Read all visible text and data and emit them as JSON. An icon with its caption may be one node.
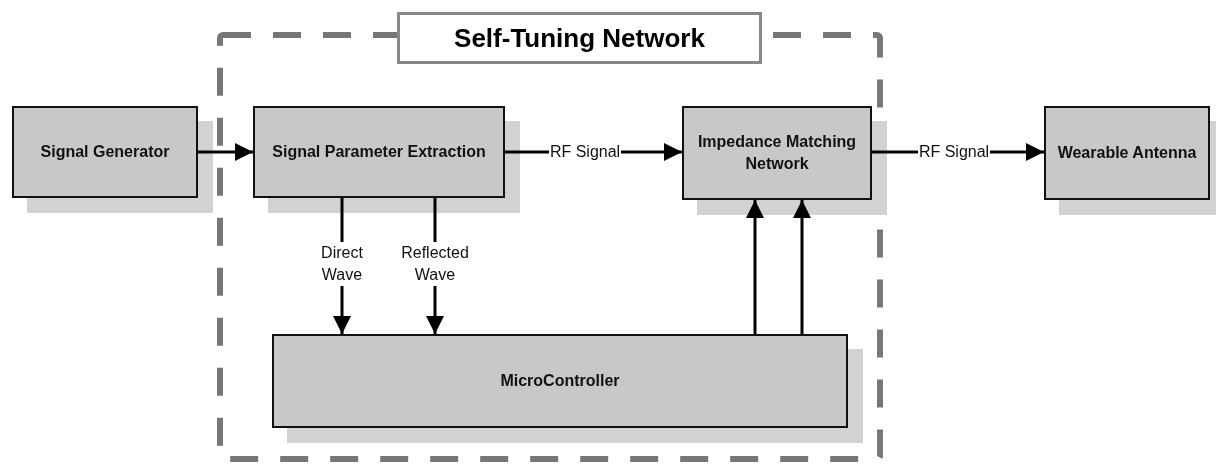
{
  "diagram": {
    "nodes": [
      {
        "text": [
          "Self-Tuning Network"
        ]
      },
      {
        "text": [
          "Signal Generator"
        ]
      },
      {
        "text": [
          "Signal Parameter Extraction"
        ],
        "in": 0
      },
      {
        "text": [
          "Impedance Matching Network"
        ],
        "in": 0
      },
      {
        "text": [
          "Wearable Antenna"
        ]
      },
      {
        "text": [
          "MicroController"
        ],
        "in": 0
      }
    ],
    "edges": [
      {
        "from": 1,
        "to": 2,
        "arrow": "to"
      },
      {
        "from": 2,
        "to": 3,
        "arrow": "to",
        "label": "RF Signal"
      },
      {
        "from": 3,
        "to": 4,
        "arrow": "to",
        "label": "RF Signal"
      },
      {
        "from": 2,
        "to": 5,
        "arrow": "to",
        "label": "Direct Wave"
      },
      {
        "from": 2,
        "to": 5,
        "arrow": "to",
        "label": "Reflected Wave"
      },
      {
        "from": 5,
        "to": 3,
        "arrow": "to"
      },
      {
        "from": 5,
        "to": 3,
        "arrow": "to"
      }
    ]
  }
}
